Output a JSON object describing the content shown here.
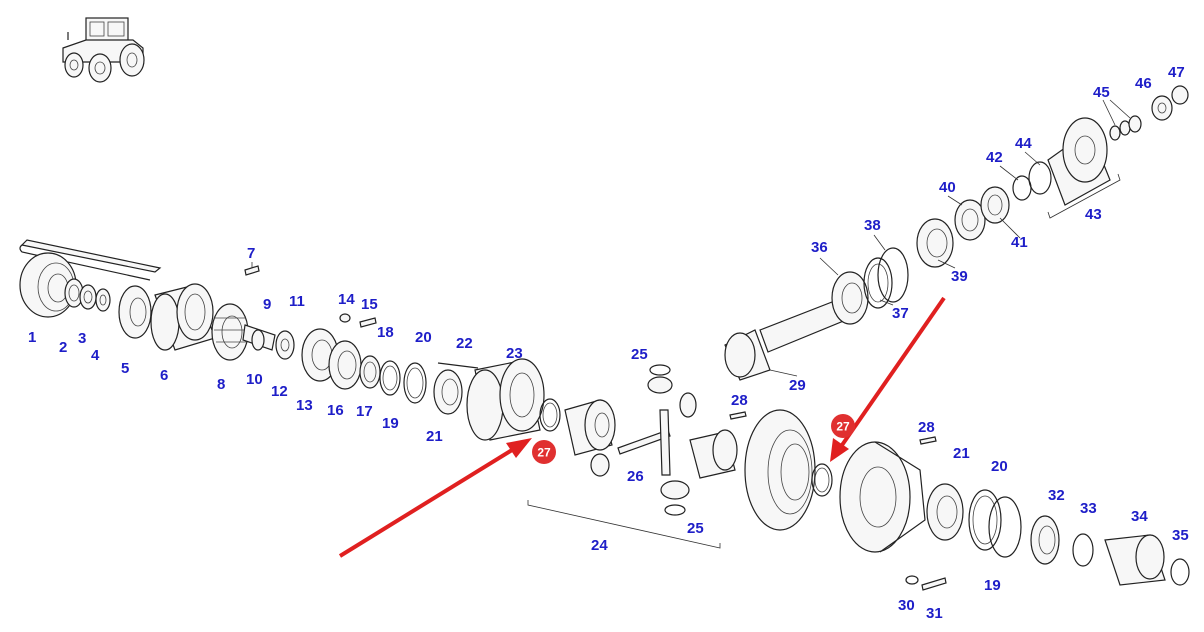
{
  "labels": {
    "p1": "1",
    "p2": "2",
    "p3": "3",
    "p4": "4",
    "p5": "5",
    "p6": "6",
    "p7": "7",
    "p8": "8",
    "p9": "9",
    "p10": "10",
    "p11": "11",
    "p12": "12",
    "p13": "13",
    "p14": "14",
    "p15": "15",
    "p16": "16",
    "p17": "17",
    "p18": "18",
    "p19": "19",
    "p20": "20",
    "p21": "21",
    "p22": "22",
    "p23": "23",
    "p24": "24",
    "p25a": "25",
    "p25b": "25",
    "p26": "26",
    "p28a": "28",
    "p28b": "28",
    "p29": "29",
    "p30": "30",
    "p31": "31",
    "p32": "32",
    "p33": "33",
    "p34": "34",
    "p35": "35",
    "p36": "36",
    "p37": "37",
    "p38": "38",
    "p39": "39",
    "p40": "40",
    "p41": "41",
    "p42": "42",
    "p43": "43",
    "p44": "44",
    "p45": "45",
    "p46": "46",
    "p47": "47",
    "p20b": "20",
    "p21b": "21",
    "p19b": "19"
  },
  "highlight": {
    "badge_left": "27",
    "badge_right": "27",
    "badge_color": "#e03030",
    "arrow_color": "#e02020"
  },
  "colors": {
    "label": "#1e1ec8",
    "line": "#222222"
  },
  "icons": {
    "tractor": "tractor-icon"
  }
}
